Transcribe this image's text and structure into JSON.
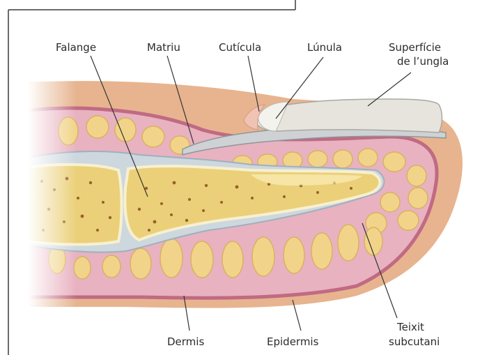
{
  "labels": {
    "falange": "Falange",
    "matriu": "Matriu",
    "cuticula": "Cutícula",
    "lunula": "Lúnula",
    "superficie_line1": "Superfície",
    "superficie_line2": "de l’ungla",
    "dermis": "Dermis",
    "epidermis": "Epidermis",
    "teixit_line1": "Teixit",
    "teixit_line2": "subcutani"
  },
  "colors": {
    "skin": "#e7b48f",
    "dermis": "#e8b2c0",
    "epidermis_edge": "#c06a83",
    "fat": "#f1d489",
    "fat_highlight": "#fbeeb8",
    "bone_spongy": "#ebd079",
    "bone_dots": "#9a6028",
    "cartilage": "#cdd7de",
    "nail": "#e6e4dc",
    "frame": "#3a3a3a"
  }
}
